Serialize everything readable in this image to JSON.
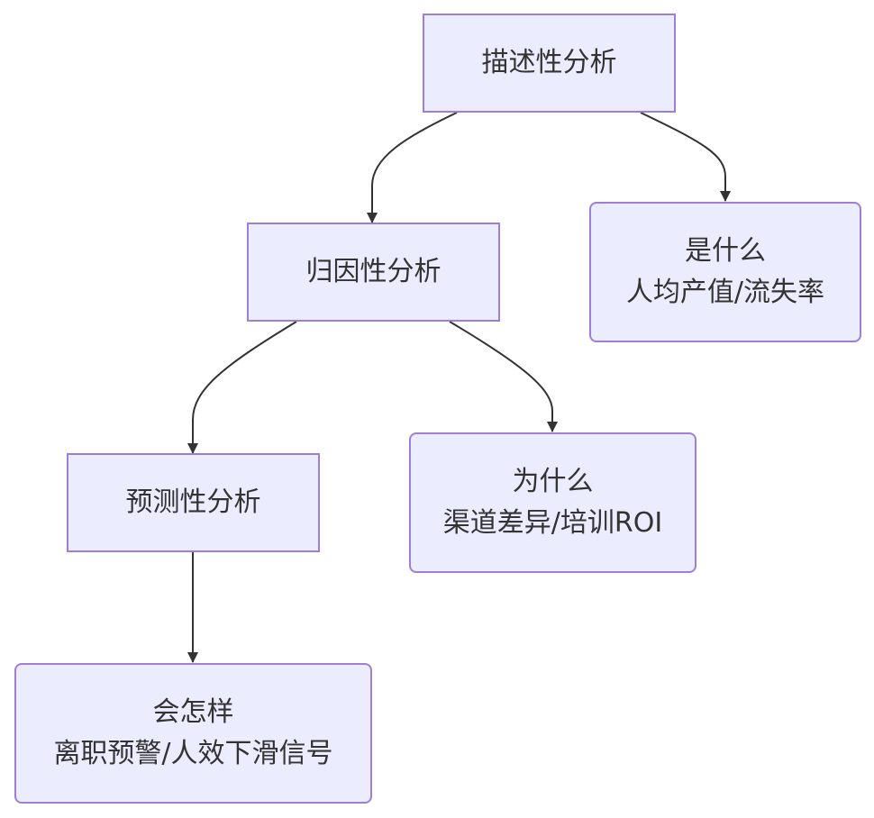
{
  "diagram": {
    "colors": {
      "node_fill": "#ececff",
      "node_border": "#9f7fd6",
      "edge": "#333333",
      "text": "#333333"
    },
    "nodes": {
      "descriptive": {
        "title": "描述性分析"
      },
      "what": {
        "title": "是什么",
        "subtitle": "人均产值/流失率"
      },
      "attribution": {
        "title": "归因性分析"
      },
      "why": {
        "title": "为什么",
        "subtitle": "渠道差异/培训ROI"
      },
      "predictive": {
        "title": "预测性分析"
      },
      "how": {
        "title": "会怎样",
        "subtitle": "离职预警/人效下滑信号"
      }
    },
    "edges": [
      {
        "from": "descriptive",
        "to": "attribution"
      },
      {
        "from": "descriptive",
        "to": "what"
      },
      {
        "from": "attribution",
        "to": "predictive"
      },
      {
        "from": "attribution",
        "to": "why"
      },
      {
        "from": "predictive",
        "to": "how"
      }
    ]
  }
}
